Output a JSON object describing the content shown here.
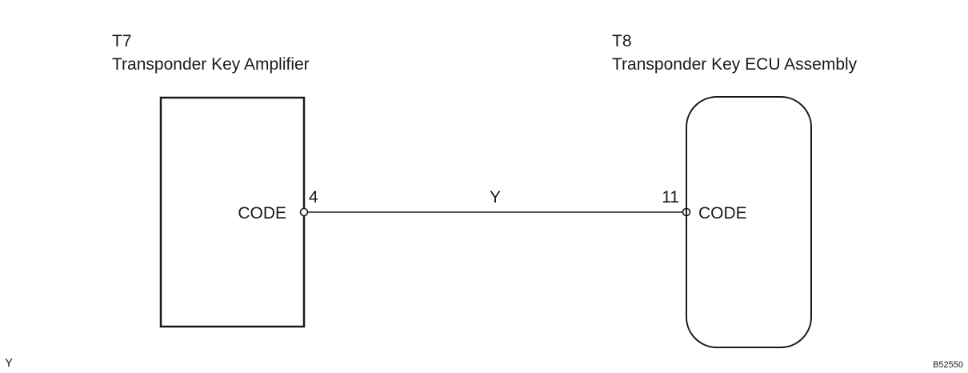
{
  "components": [
    {
      "ref": "T7",
      "name": "Transponder Key Amplifier",
      "pin": {
        "number": "4",
        "signal": "CODE"
      }
    },
    {
      "ref": "T8",
      "name": "Transponder Key ECU Assembly",
      "pin": {
        "number": "11",
        "signal": "CODE"
      }
    }
  ],
  "wire": {
    "color_code": "Y"
  },
  "footer": {
    "left_note": "Y",
    "figure_id": "B52550"
  }
}
